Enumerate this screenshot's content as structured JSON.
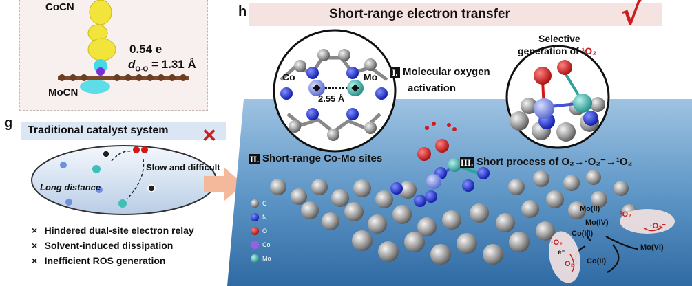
{
  "panel_f": {
    "label_cocn": "CoCN",
    "label_mocn": "MoCN",
    "charge": "0.54 e",
    "distance_symbol": "d",
    "distance_sub": "O-O",
    "distance_value": "= 1.31 Å"
  },
  "panel_g": {
    "letter": "g",
    "title": "Traditional catalyst system",
    "slow_label": "Slow and difficult",
    "long_label": "Long distance",
    "bullets": [
      "Hindered dual-site electron relay",
      "Solvent-induced dissipation",
      "Inefficient ROS generation"
    ],
    "bullet_mark": "×"
  },
  "panel_h": {
    "letter": "h",
    "title": "Short-range electron transfer",
    "inset_co": "Co",
    "inset_mo": "Mo",
    "inset_distance": "2.55 Å",
    "step1_num": "I.",
    "step1_line1": "Molecular oxygen",
    "step1_line2": "activation",
    "selective_line1": "Selective",
    "selective_line2": "generation of ",
    "selective_product": "¹O₂",
    "step2_num": "II.",
    "step2_text": "Short-range Co-Mo sites",
    "step3_num": "III.",
    "step3_text": "Short process of O₂→·O₂⁻→¹O₂",
    "legend": [
      {
        "symbol": "C",
        "color": "#8c8c8c"
      },
      {
        "symbol": "N",
        "color": "#1f2fd6"
      },
      {
        "symbol": "O",
        "color": "#d41818"
      },
      {
        "symbol": "Co",
        "color": "#9b5de5"
      },
      {
        "symbol": "Mo",
        "color": "#3fbfb6"
      }
    ],
    "cycle": {
      "mo2": "Mo(II)",
      "mo4": "Mo(IV)",
      "mo6": "Mo(VI)",
      "co3": "Co(III)",
      "co2": "Co(II)",
      "o2": "O₂",
      "e": "e⁻",
      "superoxide": "·O₂⁻",
      "singlet": "¹O₂"
    },
    "check_mark": "√",
    "cross_mark": "×"
  },
  "colors": {
    "carbon": "#8c8c8c",
    "nitrogen": "#1f2fd6",
    "oxygen": "#d41818",
    "cobalt": "#7f8fe8",
    "molybdenum": "#3fbfb6",
    "check": "#c81e1e",
    "banner_h": "#f5e3e2",
    "banner_g": "#dbe6f4"
  }
}
